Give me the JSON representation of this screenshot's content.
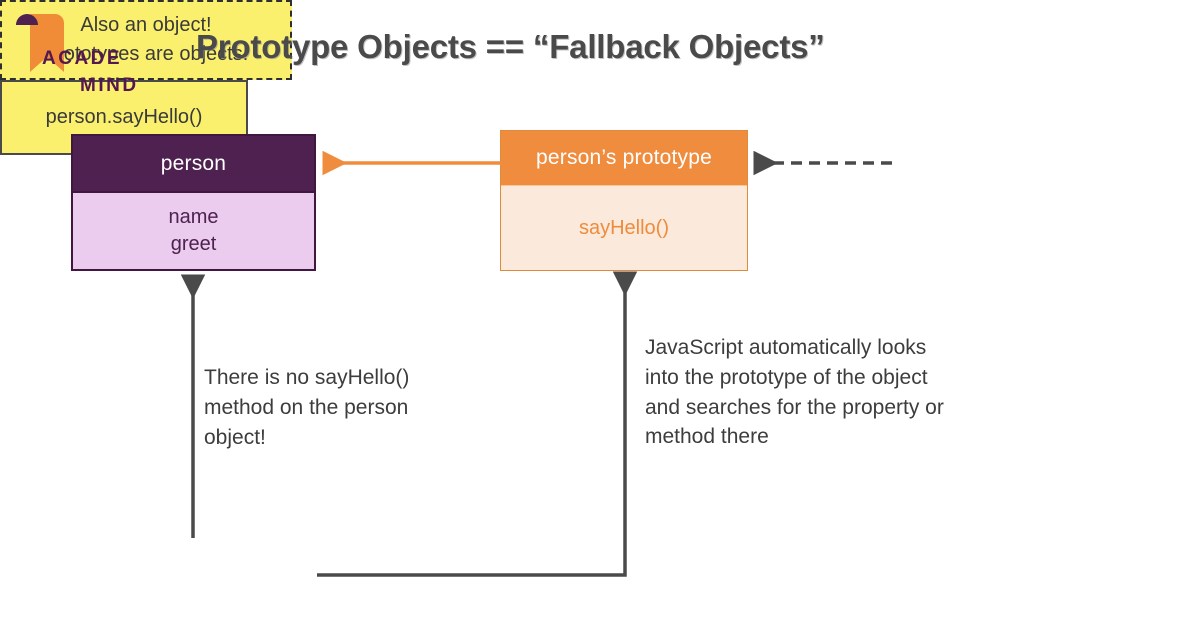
{
  "logo": {
    "line1": "ACADE",
    "line2": "MIND",
    "flag_color": "#F08B38",
    "text_color": "#55174F"
  },
  "title": "Prototype Objects == “Fallback Objects”",
  "diagram": {
    "person_box": {
      "header": "person",
      "header_color": "#4E2150",
      "body_color": "#EBCBEE",
      "members": [
        "name",
        "greet"
      ]
    },
    "prototype_box": {
      "header": "person’s prototype",
      "header_color": "#EF8C3E",
      "body_color": "#FBEADC",
      "members": [
        "sayHello()"
      ]
    },
    "note_box": {
      "line1": "Also an object!",
      "line2": "Prototypes are objects!",
      "fill_color": "#FAF06E",
      "border_style": "dashed"
    },
    "call_box": {
      "label": "person.sayHello()",
      "fill_color": "#FAF06E",
      "border_style": "solid"
    },
    "annotation_left": "There is no sayHello() method on the person object!",
    "annotation_right": "JavaScript automatically looks into the prototype of the object and searches for the property or method there",
    "connectors": {
      "prototype_to_person": "orange-solid-arrow",
      "note_to_prototype": "dark-dashed-arrow",
      "call_to_person": "dark-solid-arrow",
      "call_to_prototype": "dark-solid-elbow-arrow"
    },
    "accent_orange": "#EF8C3E",
    "accent_purple": "#4E2150",
    "connector_color": "#4a4a4a"
  }
}
